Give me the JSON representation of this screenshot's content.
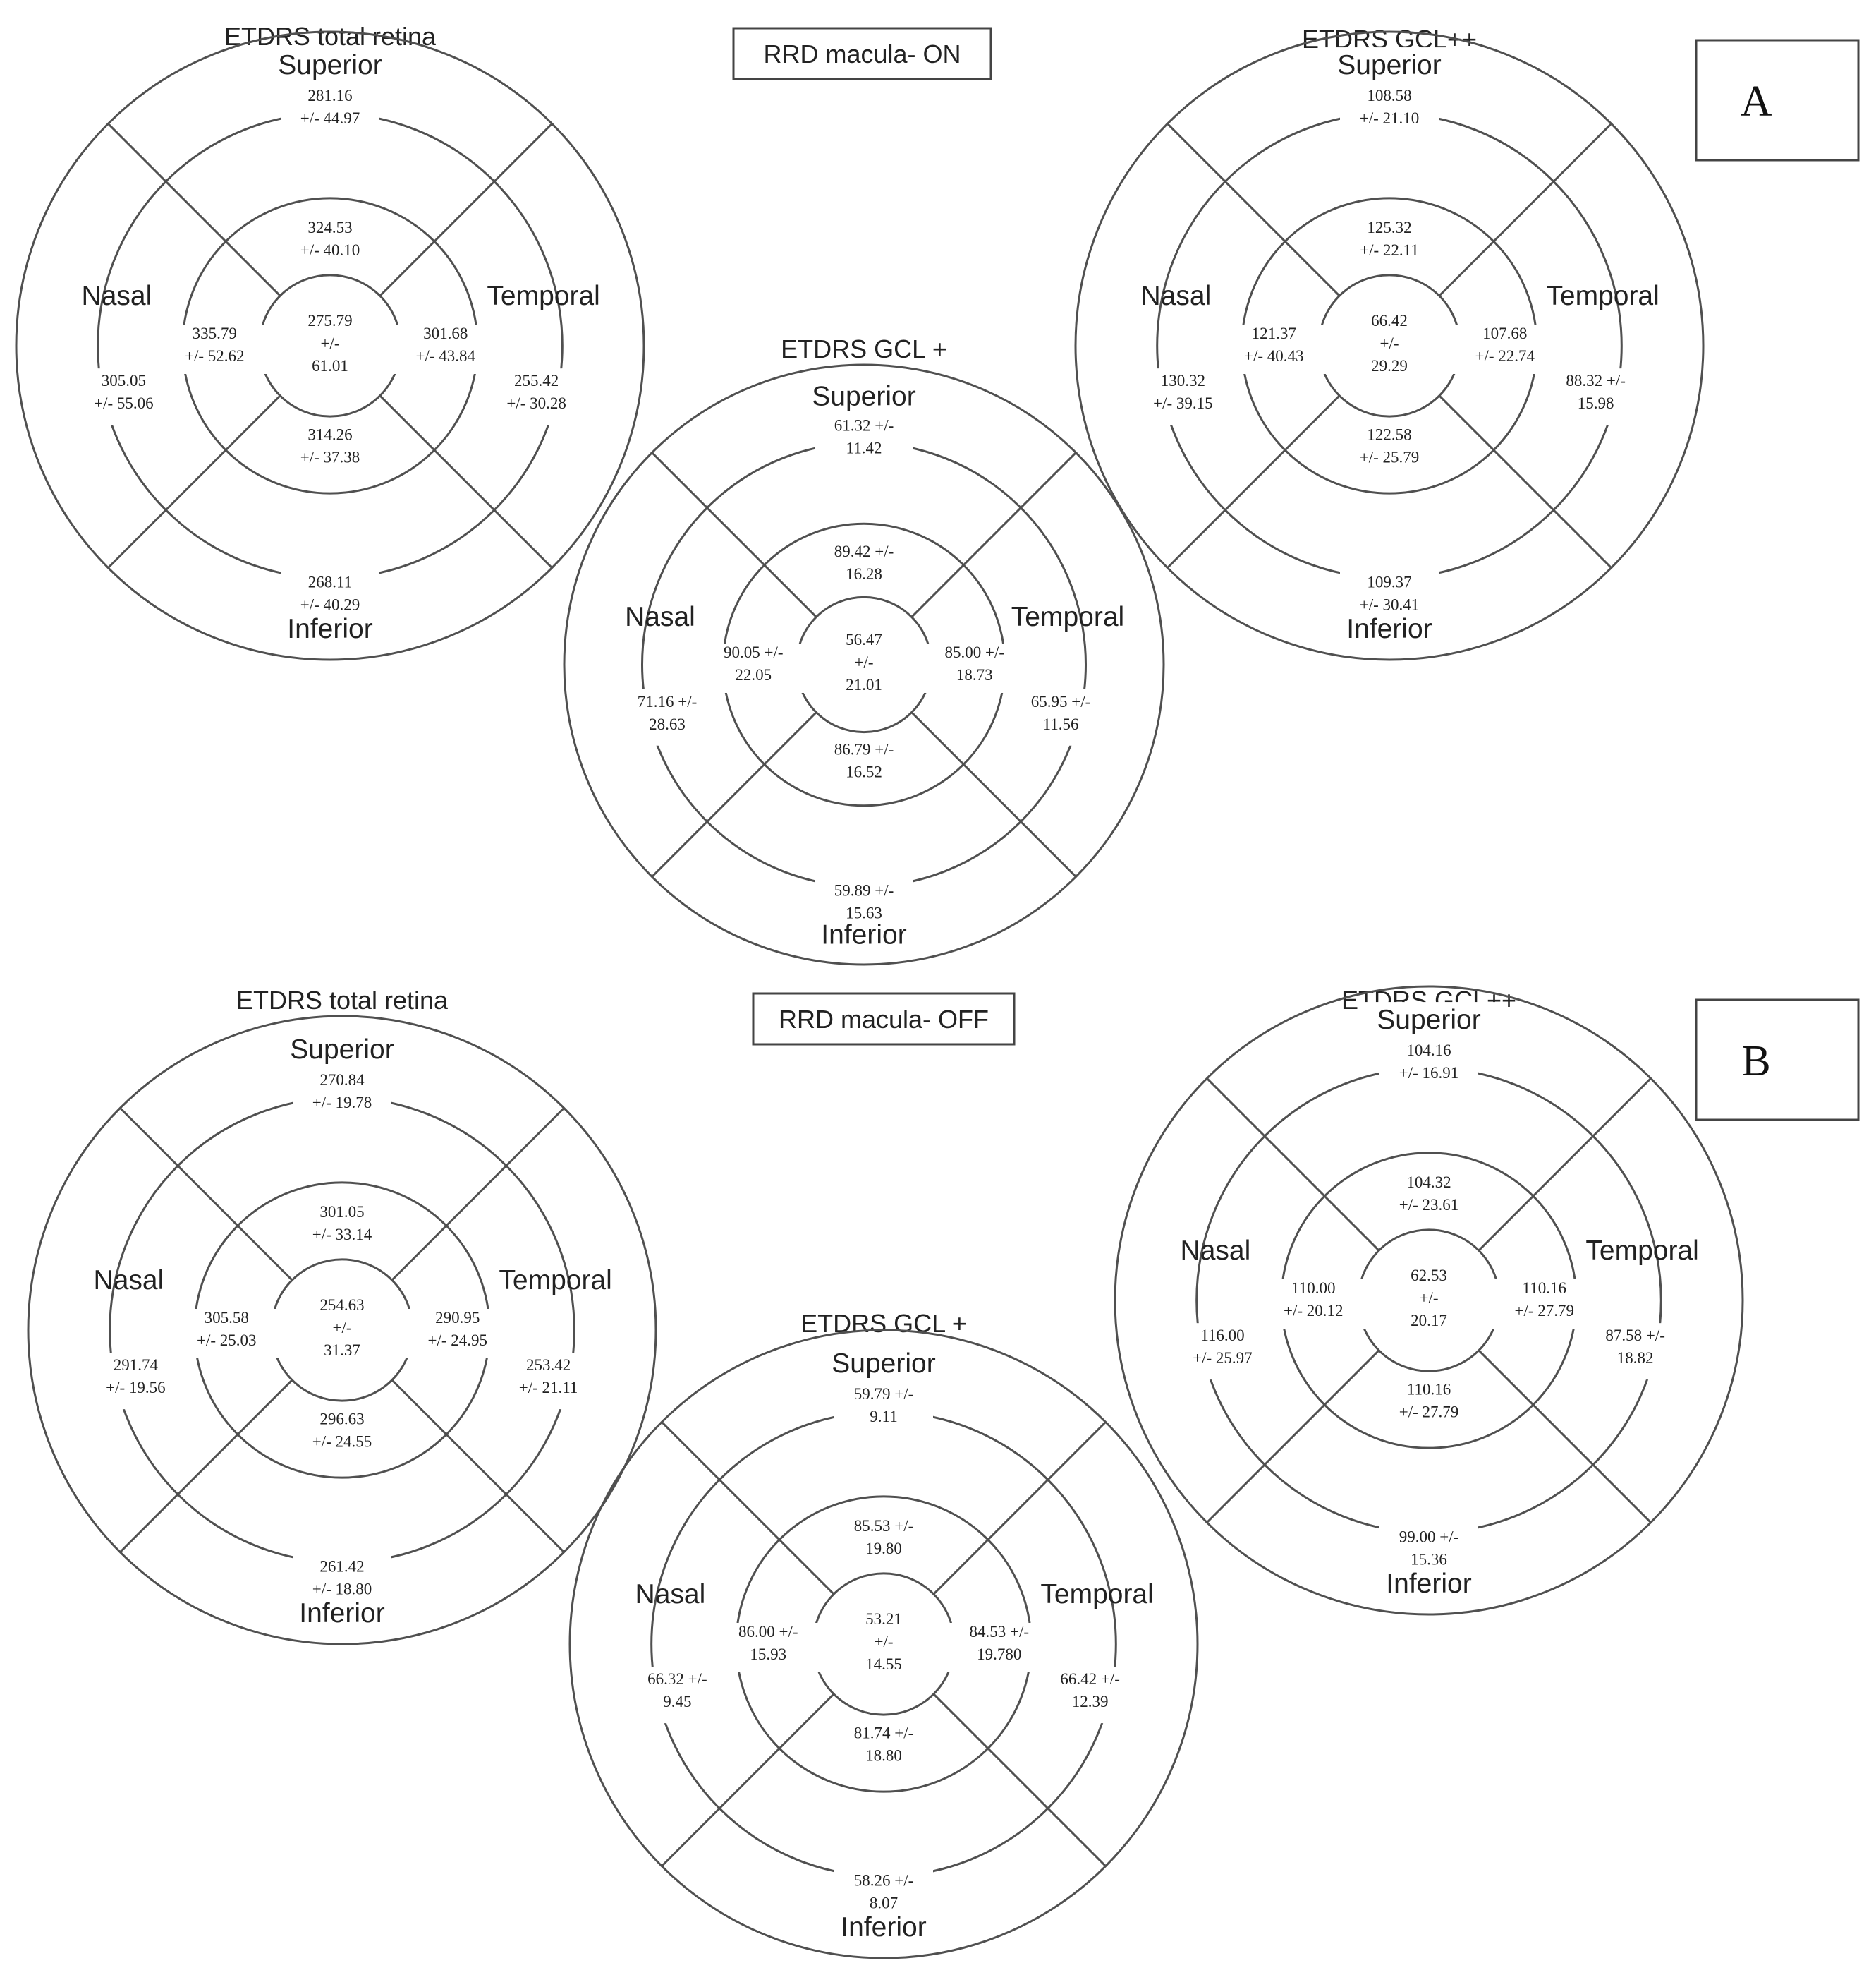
{
  "panels": [
    {
      "label": "A",
      "condition": "RRD macula- ON",
      "charts": [
        {
          "title": "ETDRS total retina",
          "directions": {
            "superior": "Superior",
            "inferior": "Inferior",
            "nasal": "Nasal",
            "temporal": "Temporal"
          },
          "center": [
            "275.79",
            "+/-",
            "61.01"
          ],
          "inner": {
            "superior": [
              "324.53",
              "+/- 40.10"
            ],
            "inferior": [
              "314.26",
              "+/- 37.38"
            ],
            "nasal": [
              "335.79",
              "+/- 52.62"
            ],
            "temporal": [
              "301.68",
              "+/- 43.84"
            ]
          },
          "outer": {
            "superior": [
              "281.16",
              "+/- 44.97"
            ],
            "inferior": [
              "268.11",
              "+/- 40.29"
            ],
            "nasal": [
              "305.05",
              "+/- 55.06"
            ],
            "temporal": [
              "255.42",
              "+/- 30.28"
            ]
          }
        },
        {
          "title": "ETDRS GCL +",
          "directions": {
            "superior": "Superior",
            "inferior": "Inferior",
            "nasal": "Nasal",
            "temporal": "Temporal"
          },
          "center": [
            "56.47",
            "+/-",
            "21.01"
          ],
          "inner": {
            "superior": [
              "89.42 +/-",
              "16.28"
            ],
            "inferior": [
              "86.79 +/-",
              "16.52"
            ],
            "nasal": [
              "90.05 +/-",
              "22.05"
            ],
            "temporal": [
              "85.00 +/-",
              "18.73"
            ]
          },
          "outer": {
            "superior": [
              "61.32 +/-",
              "11.42"
            ],
            "inferior": [
              "59.89 +/-",
              "15.63"
            ],
            "nasal": [
              "71.16 +/-",
              "28.63"
            ],
            "temporal": [
              "65.95 +/-",
              "11.56"
            ]
          }
        },
        {
          "title": "ETDRS GCL++",
          "directions": {
            "superior": "Superior",
            "inferior": "Inferior",
            "nasal": "Nasal",
            "temporal": "Temporal"
          },
          "center": [
            "66.42",
            "+/-",
            "29.29"
          ],
          "inner": {
            "superior": [
              "125.32",
              "+/- 22.11"
            ],
            "inferior": [
              "122.58",
              "+/- 25.79"
            ],
            "nasal": [
              "121.37",
              "+/- 40.43"
            ],
            "temporal": [
              "107.68",
              "+/- 22.74"
            ]
          },
          "outer": {
            "superior": [
              "108.58",
              "+/- 21.10"
            ],
            "inferior": [
              "109.37",
              "+/- 30.41"
            ],
            "nasal": [
              "130.32",
              "+/- 39.15"
            ],
            "temporal": [
              "88.32 +/-",
              "15.98"
            ]
          }
        }
      ]
    },
    {
      "label": "B",
      "condition": "RRD macula- OFF",
      "charts": [
        {
          "title": "ETDRS total retina",
          "directions": {
            "superior": "Superior",
            "inferior": "Inferior",
            "nasal": "Nasal",
            "temporal": "Temporal"
          },
          "center": [
            "254.63",
            "+/-",
            "31.37"
          ],
          "inner": {
            "superior": [
              "301.05",
              "+/- 33.14"
            ],
            "inferior": [
              "296.63",
              "+/- 24.55"
            ],
            "nasal": [
              "305.58",
              "+/- 25.03"
            ],
            "temporal": [
              "290.95",
              "+/- 24.95"
            ]
          },
          "outer": {
            "superior": [
              "270.84",
              "+/- 19.78"
            ],
            "inferior": [
              "261.42",
              "+/- 18.80"
            ],
            "nasal": [
              "291.74",
              "+/- 19.56"
            ],
            "temporal": [
              "253.42",
              "+/- 21.11"
            ]
          }
        },
        {
          "title": "ETDRS GCL +",
          "directions": {
            "superior": "Superior",
            "inferior": "Inferior",
            "nasal": "Nasal",
            "temporal": "Temporal"
          },
          "center": [
            "53.21",
            "+/-",
            "14.55"
          ],
          "inner": {
            "superior": [
              "85.53 +/-",
              "19.80"
            ],
            "inferior": [
              "81.74 +/-",
              "18.80"
            ],
            "nasal": [
              "86.00 +/-",
              "15.93"
            ],
            "temporal": [
              "84.53 +/-",
              "19.780"
            ]
          },
          "outer": {
            "superior": [
              "59.79 +/-",
              "9.11"
            ],
            "inferior": [
              "58.26 +/-",
              "8.07"
            ],
            "nasal": [
              "66.32 +/-",
              "9.45"
            ],
            "temporal": [
              "66.42 +/-",
              "12.39"
            ]
          }
        },
        {
          "title": "ETDRS GCL++",
          "directions": {
            "superior": "Superior",
            "inferior": "Inferior",
            "nasal": "Nasal",
            "temporal": "Temporal"
          },
          "center": [
            "62.53",
            "+/-",
            "20.17"
          ],
          "inner": {
            "superior": [
              "104.32",
              "+/- 23.61"
            ],
            "inferior": [
              "110.16",
              "+/- 27.79"
            ],
            "nasal": [
              "110.00",
              "+/- 20.12"
            ],
            "temporal": [
              "110.16",
              "+/- 27.79"
            ]
          },
          "outer": {
            "superior": [
              "104.16",
              "+/- 16.91"
            ],
            "inferior": [
              "99.00 +/-",
              "15.36"
            ],
            "nasal": [
              "116.00",
              "+/- 25.97"
            ],
            "temporal": [
              "87.58 +/-",
              "18.82"
            ]
          }
        }
      ]
    }
  ]
}
